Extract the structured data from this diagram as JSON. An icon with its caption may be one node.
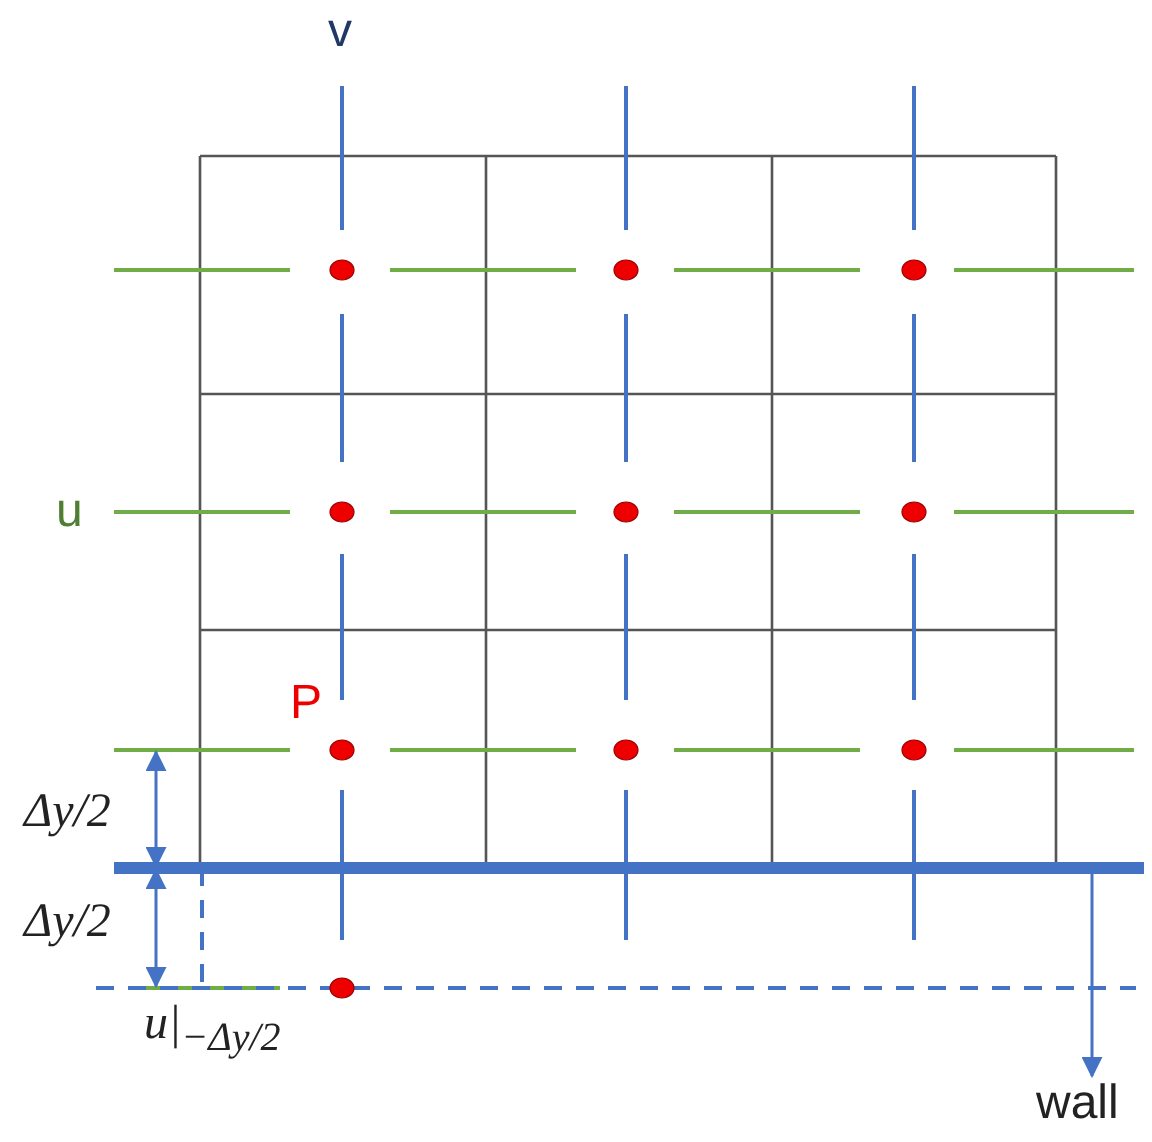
{
  "diagram": {
    "nodes": [
      {
        "text": [],
        "shape": "bar"
      },
      {
        "text": [
          "wall"
        ]
      }
    ],
    "edges": [
      {
        "from": 0,
        "to": 1,
        "arrow": "to"
      }
    ],
    "labels": [
      "v",
      "u",
      "P",
      "Δy/2",
      "Δy/2",
      "u|$_{−Δy/2}$"
    ]
  }
}
